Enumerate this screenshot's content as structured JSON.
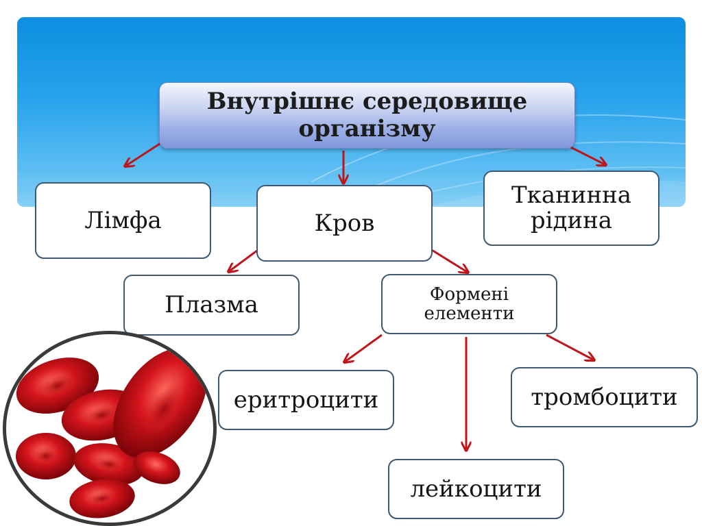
{
  "diagram": {
    "root": {
      "line1": "Внутрішнє середовище",
      "line2": "організму"
    },
    "lymph": "Лімфа",
    "blood": "Кров",
    "tissue_fluid": {
      "line1": "Тканинна",
      "line2": "рідина"
    },
    "plasma": "Плазма",
    "formed_elements": {
      "line1": "Формені",
      "line2": "елементи"
    },
    "erythrocytes": "еритроцити",
    "thrombocytes": "тромбоцити",
    "leukocytes": "лейкоцити"
  },
  "colors": {
    "arrow": "#c0141b",
    "banner": "#1a9be8",
    "node_border": "#3d5870",
    "cell": "#c8121a"
  },
  "image": {
    "icon": "red-blood-cells-image"
  }
}
